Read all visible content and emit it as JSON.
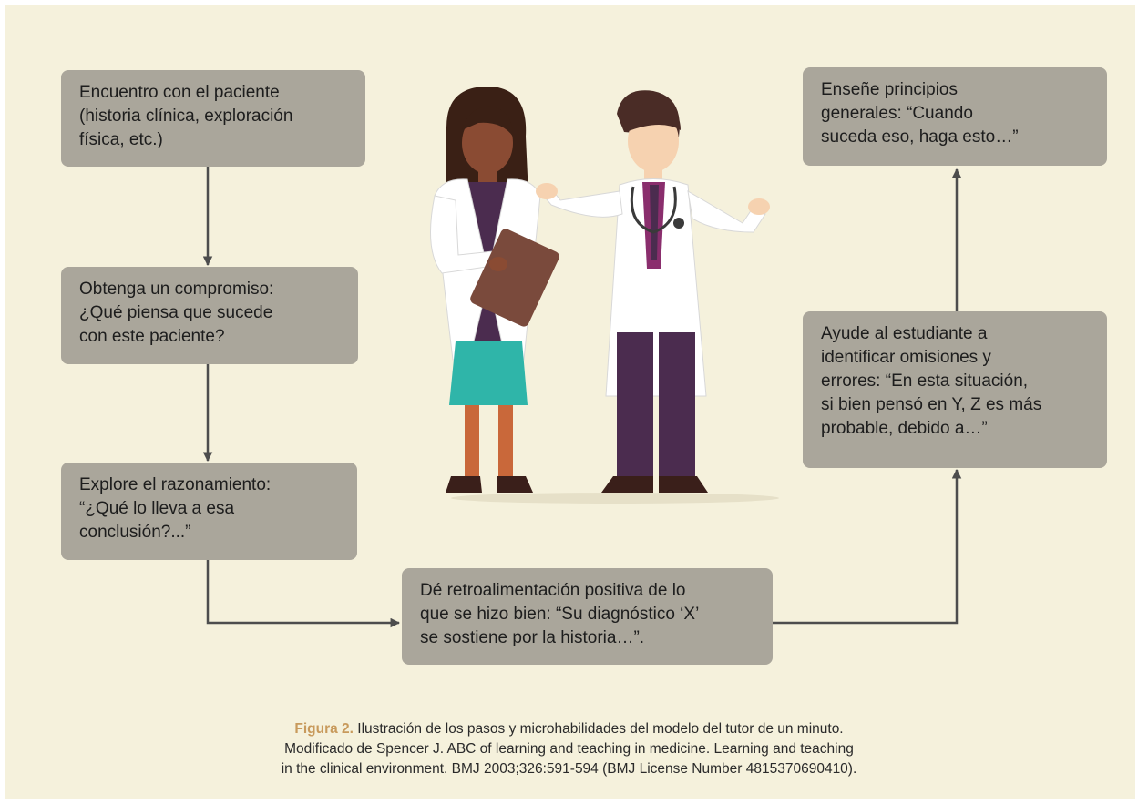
{
  "steps": {
    "encuentro": "Encuentro con el paciente\n(historia clínica, exploración\nfísica, etc.)",
    "compromiso": "Obtenga un compromiso:\n¿Qué piensa que sucede\ncon este paciente?",
    "razonamiento": "Explore el razonamiento:\n“¿Qué lo lleva a esa\nconclusión?...”",
    "retroalimentacion": "Dé retroalimentación positiva de lo\nque se hizo bien: “Su diagnóstico ‘X’\nse sostiene por la historia…”.",
    "omisiones": "Ayude al estudiante a\nidentificar omisiones y\nerrores: “En esta situación,\nsi bien pensó en Y, Z es más\nprobable, debido a…”",
    "principios": "Enseñe principios\ngenerales: “Cuando\nsuceda eso, haga esto…”"
  },
  "caption": {
    "label": "Figura 2.",
    "line1": " Ilustración de los pasos y microhabilidades del modelo del tutor de un minuto.",
    "line2": "Modificado de Spencer J. ABC of learning and teaching in medicine. Learning and teaching",
    "line3": "in the clinical environment. BMJ 2003;326:591-594 (BMJ License Number 4815370690410)."
  },
  "colors": {
    "background": "#f5f1dc",
    "box": "#aaa69b",
    "arrow": "#4d4d4d",
    "caption_label": "#c89a5c"
  }
}
